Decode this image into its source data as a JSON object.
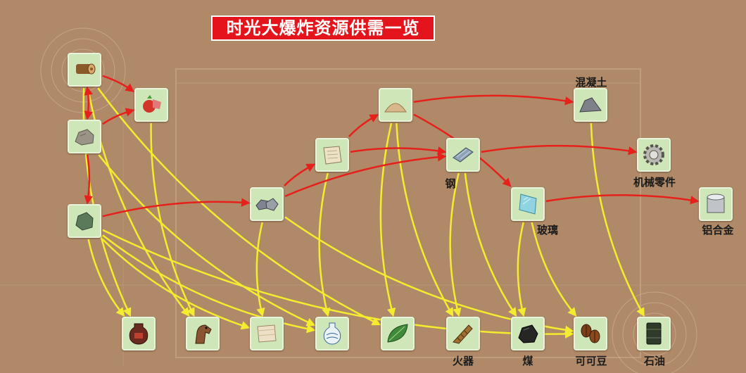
{
  "title": "时光大爆炸资源供需一览",
  "colors": {
    "supply_arrow": "#e6201b",
    "demand_arrow": "#f4ec2e",
    "node_bg": "#cfe6b8",
    "title_bg": "#e3141b"
  },
  "nodes": [
    {
      "id": "wood",
      "icon": "log-icon",
      "label": ""
    },
    {
      "id": "food",
      "icon": "fruit-meat-icon",
      "label": ""
    },
    {
      "id": "stone",
      "icon": "stone-icon",
      "label": ""
    },
    {
      "id": "ore",
      "icon": "green-ore-icon",
      "label": ""
    },
    {
      "id": "iron",
      "icon": "iron-ore-icon",
      "label": ""
    },
    {
      "id": "paper",
      "icon": "scroll-icon",
      "label": ""
    },
    {
      "id": "sand",
      "icon": "sand-pile-icon",
      "label": ""
    },
    {
      "id": "steel",
      "icon": "steel-bar-icon",
      "label": "钢"
    },
    {
      "id": "concrete",
      "icon": "concrete-icon",
      "label": "混凝土"
    },
    {
      "id": "glass",
      "icon": "glass-pane-icon",
      "label": "玻璃"
    },
    {
      "id": "parts",
      "icon": "gear-icon",
      "label": "机械零件"
    },
    {
      "id": "alloy",
      "icon": "alloy-cylinder-icon",
      "label": "铝合金"
    },
    {
      "id": "wine",
      "icon": "wine-jar-icon",
      "label": ""
    },
    {
      "id": "horse",
      "icon": "horse-icon",
      "label": ""
    },
    {
      "id": "cloth",
      "icon": "cloth-icon",
      "label": ""
    },
    {
      "id": "vase",
      "icon": "vase-icon",
      "label": ""
    },
    {
      "id": "tea",
      "icon": "tea-leaf-icon",
      "label": ""
    },
    {
      "id": "firearm",
      "icon": "firearm-icon",
      "label": "火器"
    },
    {
      "id": "coal",
      "icon": "coal-icon",
      "label": "煤"
    },
    {
      "id": "cocoa",
      "icon": "cocoa-bean-icon",
      "label": "可可豆"
    },
    {
      "id": "oil",
      "icon": "oil-barrel-icon",
      "label": "石油"
    }
  ],
  "edges": [
    {
      "from": "wood",
      "to": "food",
      "kind": "supply"
    },
    {
      "from": "wood",
      "to": "stone",
      "kind": "supply",
      "bidirectional": true
    },
    {
      "from": "stone",
      "to": "food",
      "kind": "supply"
    },
    {
      "from": "stone",
      "to": "ore",
      "kind": "supply"
    },
    {
      "from": "ore",
      "to": "iron",
      "kind": "supply"
    },
    {
      "from": "iron",
      "to": "paper",
      "kind": "supply"
    },
    {
      "from": "iron",
      "to": "steel",
      "kind": "supply"
    },
    {
      "from": "paper",
      "to": "sand",
      "kind": "supply"
    },
    {
      "from": "paper",
      "to": "steel",
      "kind": "supply"
    },
    {
      "from": "sand",
      "to": "concrete",
      "kind": "supply"
    },
    {
      "from": "sand",
      "to": "glass",
      "kind": "supply"
    },
    {
      "from": "steel",
      "to": "parts",
      "kind": "supply"
    },
    {
      "from": "glass",
      "to": "alloy",
      "kind": "supply"
    },
    {
      "from": "wood",
      "to": "wine",
      "kind": "demand"
    },
    {
      "from": "wood",
      "to": "horse",
      "kind": "demand"
    },
    {
      "from": "wood",
      "to": "tea",
      "kind": "demand"
    },
    {
      "from": "food",
      "to": "horse",
      "kind": "demand"
    },
    {
      "from": "stone",
      "to": "vase",
      "kind": "demand"
    },
    {
      "from": "ore",
      "to": "wine",
      "kind": "demand"
    },
    {
      "from": "ore",
      "to": "cloth",
      "kind": "demand"
    },
    {
      "from": "ore",
      "to": "vase",
      "kind": "demand"
    },
    {
      "from": "ore",
      "to": "cocoa",
      "kind": "demand"
    },
    {
      "from": "iron",
      "to": "cloth",
      "kind": "demand"
    },
    {
      "from": "iron",
      "to": "cocoa",
      "kind": "demand"
    },
    {
      "from": "paper",
      "to": "vase",
      "kind": "demand"
    },
    {
      "from": "sand",
      "to": "tea",
      "kind": "demand"
    },
    {
      "from": "sand",
      "to": "firearm",
      "kind": "demand"
    },
    {
      "from": "steel",
      "to": "firearm",
      "kind": "demand"
    },
    {
      "from": "steel",
      "to": "coal",
      "kind": "demand"
    },
    {
      "from": "glass",
      "to": "coal",
      "kind": "demand"
    },
    {
      "from": "glass",
      "to": "cocoa",
      "kind": "demand"
    },
    {
      "from": "concrete",
      "to": "oil",
      "kind": "demand"
    }
  ]
}
